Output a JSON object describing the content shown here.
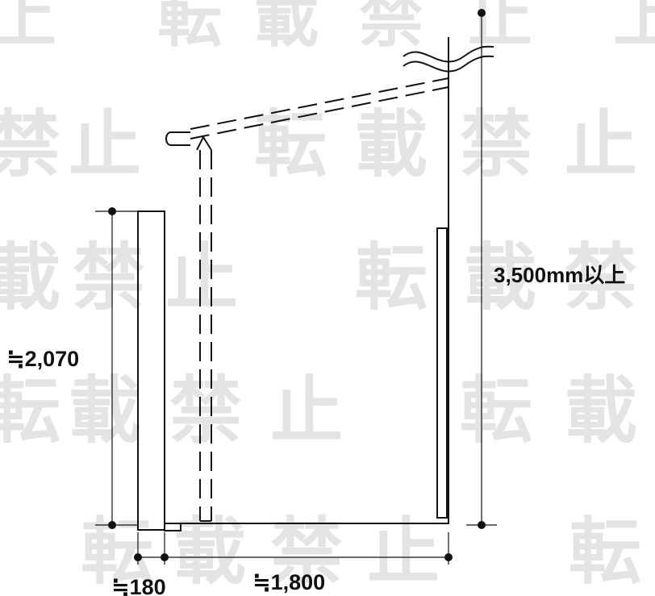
{
  "colors": {
    "line": "#111111",
    "watermark": "#e4e4e4",
    "background": "#ffffff"
  },
  "watermark": {
    "glyphs": [
      "上",
      "転",
      "載",
      "禁",
      "止"
    ]
  },
  "dimensions": {
    "height_wall": "≒2,070",
    "height_total": "3,500mm以上",
    "width_wall": "≒180",
    "width_depth": "≒1,800"
  }
}
